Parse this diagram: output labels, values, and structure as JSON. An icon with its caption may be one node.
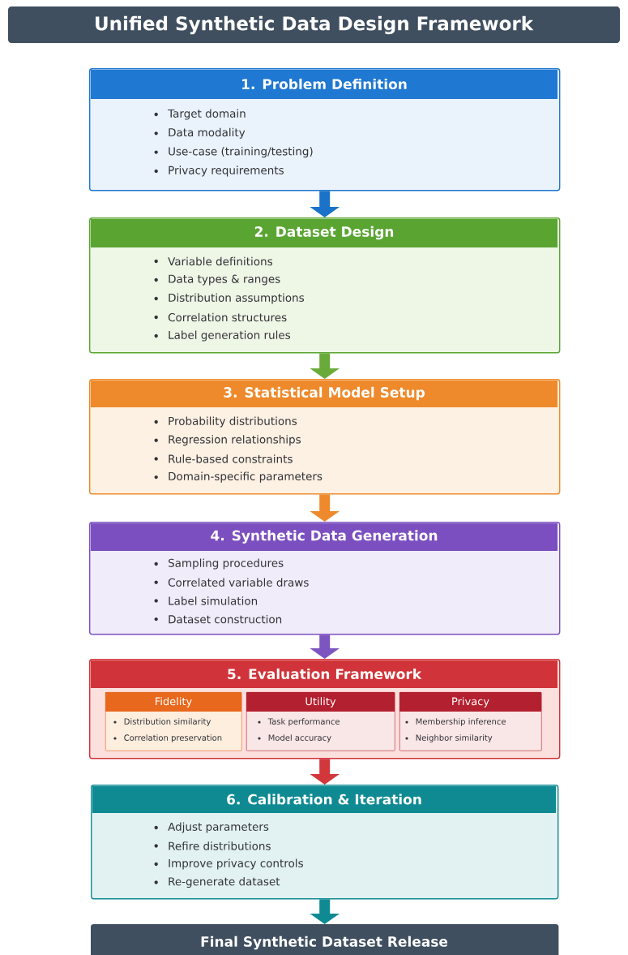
{
  "diagram": {
    "title": "Unified Synthetic Data Design Framework",
    "nodes": [
      {
        "text": [
          "1. Problem Definition",
          "Target domain",
          "Data modality",
          "Use-case (training/testing)",
          "Privacy requirements"
        ]
      },
      {
        "text": [
          "2. Dataset Design",
          "Variable definitions",
          "Data types & ranges",
          "Distribution assumptions",
          "Correlation structures",
          "Label generation rules"
        ]
      },
      {
        "text": [
          "3. Statistical Model Setup",
          "Probability distributions",
          "Regression relationships",
          "Rule-based constraints",
          "Domain-specific parameters"
        ]
      },
      {
        "text": [
          "4. Synthetic Data Generation",
          "Sampling procedures",
          "Correlated variable draws",
          "Label simulation",
          "Dataset construction"
        ]
      },
      {
        "text": [
          "5. Evaluation Framework"
        ]
      },
      {
        "text": [
          "Fidelity",
          "Distribution similarity",
          "Correlation preservation"
        ],
        "in": 4
      },
      {
        "text": [
          "Utility",
          "Task performance",
          "Model accuracy"
        ],
        "in": 4
      },
      {
        "text": [
          "Privacy",
          "Membership inference",
          "Neighbor similarity"
        ],
        "in": 4
      },
      {
        "text": [
          "6. Calibration & Iteration",
          "Adjust parameters",
          "Refire distributions",
          "Improve privacy controls",
          "Re-generate dataset"
        ]
      },
      {
        "text": [
          "Final Synthetic Dataset Release"
        ]
      }
    ],
    "edges": [
      {
        "from": 0,
        "to": 1,
        "arrow": "to",
        "color": "#1a73c8"
      },
      {
        "from": 1,
        "to": 2,
        "arrow": "to",
        "color": "#6aaa3a"
      },
      {
        "from": 2,
        "to": 3,
        "arrow": "to",
        "color": "#ee8a2b"
      },
      {
        "from": 3,
        "to": 4,
        "arrow": "to",
        "color": "#7d55c0"
      },
      {
        "from": 4,
        "to": 8,
        "arrow": "to",
        "color": "#d2373c"
      },
      {
        "from": 8,
        "to": 9,
        "arrow": "to",
        "color": "#0f8a93"
      }
    ]
  }
}
